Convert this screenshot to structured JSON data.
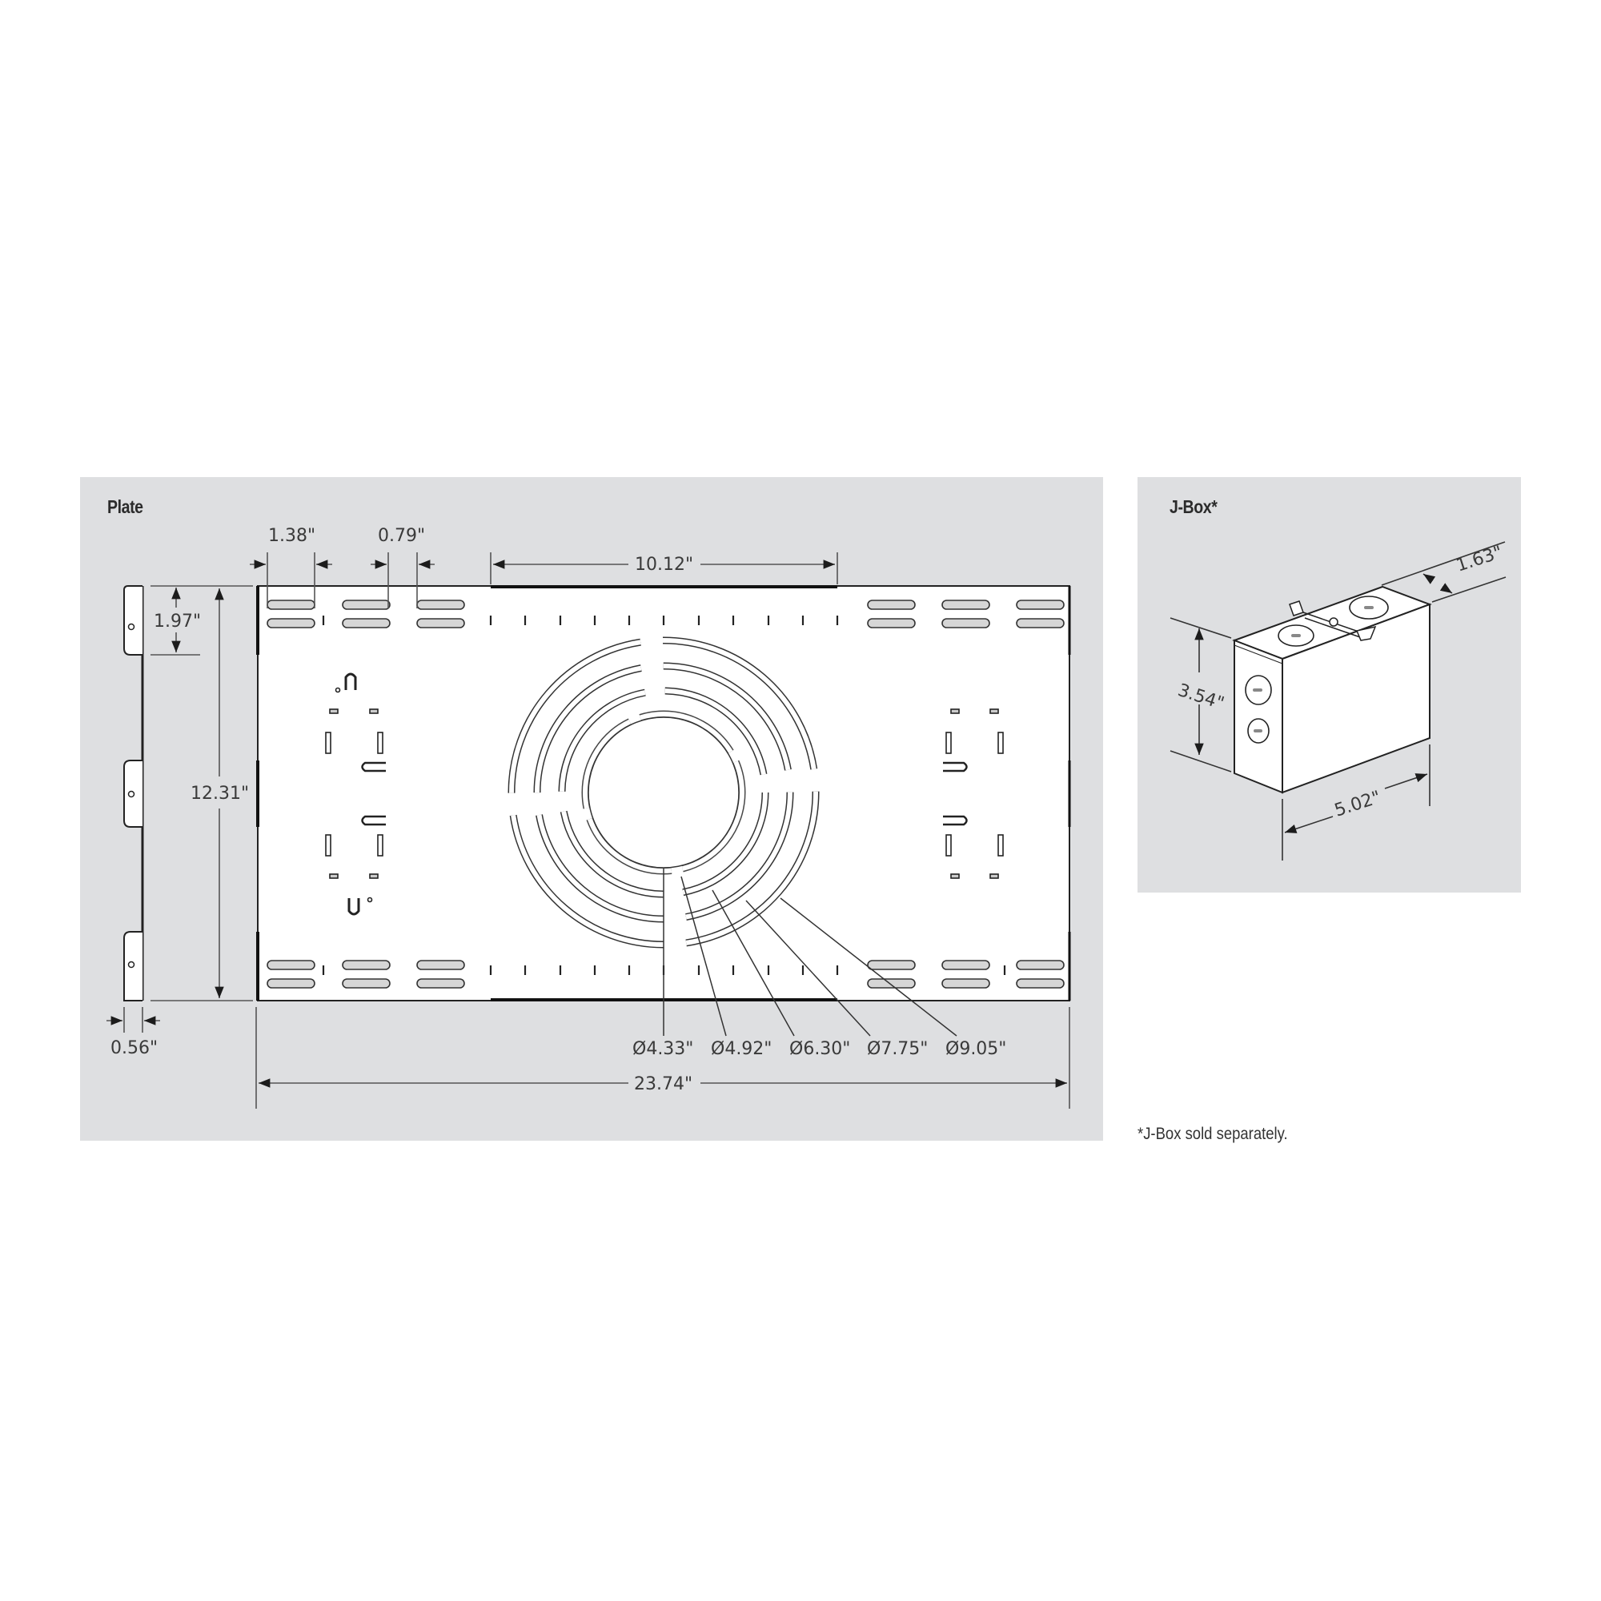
{
  "plate": {
    "title": "Plate",
    "dimensions": {
      "slot_width": "1.38\"",
      "slot_gap": "0.79\"",
      "center_span": "10.12\"",
      "tab_height": "1.97\"",
      "plate_height": "12.31\"",
      "plate_thickness": "0.56\"",
      "plate_width": "23.74\""
    },
    "hole_diameters": [
      "Ø4.33\"",
      "Ø4.92\"",
      "Ø6.30\"",
      "Ø7.75\"",
      "Ø9.05\""
    ]
  },
  "jbox": {
    "title": "J-Box*",
    "dimensions": {
      "depth": "1.63\"",
      "height": "3.54\"",
      "width": "5.02\""
    }
  },
  "footnote": "*J-Box sold separately.",
  "colors": {
    "panel_bg": "#dedfe1",
    "line": "#2a2a2a",
    "plate_fill": "#ffffff"
  }
}
